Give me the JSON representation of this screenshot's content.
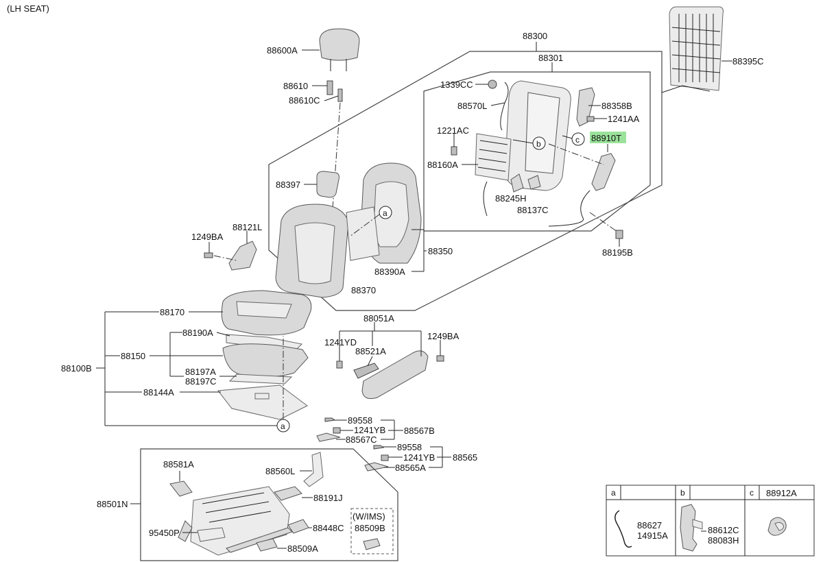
{
  "title": "(LH SEAT)",
  "parts": {
    "p88600A": "88600A",
    "p88610": "88610",
    "p88610C": "88610C",
    "p88397": "88397",
    "p88300": "88300",
    "p88301": "88301",
    "p1339CC": "1339CC",
    "p88570L": "88570L",
    "p1221AC": "1221AC",
    "p88160A": "88160A",
    "p88245H": "88245H",
    "p88137C": "88137C",
    "p88358B": "88358B",
    "p1241AA": "1241AA",
    "p88910T": "88910T",
    "p88195B": "88195B",
    "p88395C": "88395C",
    "p1249BA_left": "1249BA",
    "p88121L": "88121L",
    "p88350": "88350",
    "p88390A": "88390A",
    "p88370": "88370",
    "p88170": "88170",
    "p88190A": "88190A",
    "p88150": "88150",
    "p88100B": "88100B",
    "p88197A": "88197A",
    "p88197C": "88197C",
    "p88144A": "88144A",
    "p88051A": "88051A",
    "p1241YD": "1241YD",
    "p88521A": "88521A",
    "p1249BA_right": "1249BA",
    "p89558_1": "89558",
    "p1241YB_1": "1241YB",
    "p88567C": "88567C",
    "p88567B": "88567B",
    "p89558_2": "89558",
    "p1241YB_2": "1241YB",
    "p88565A": "88565A",
    "p88565": "88565",
    "p88581A": "88581A",
    "p88560L": "88560L",
    "p88191J": "88191J",
    "p88501N": "88501N",
    "p95450P": "95450P",
    "p88448C": "88448C",
    "p88509A": "88509A",
    "wims": "(W/IMS)",
    "p88509B": "88509B"
  },
  "refs": {
    "a": "a",
    "b": "b",
    "c": "c"
  },
  "legend": {
    "col_a": "a",
    "col_b": "b",
    "col_c": "c",
    "c_part": "88912A",
    "a_part1": "88627",
    "a_part2": "14915A",
    "b_part1": "88612C",
    "b_part2": "88083H"
  },
  "highlight_color": "#9be29b"
}
